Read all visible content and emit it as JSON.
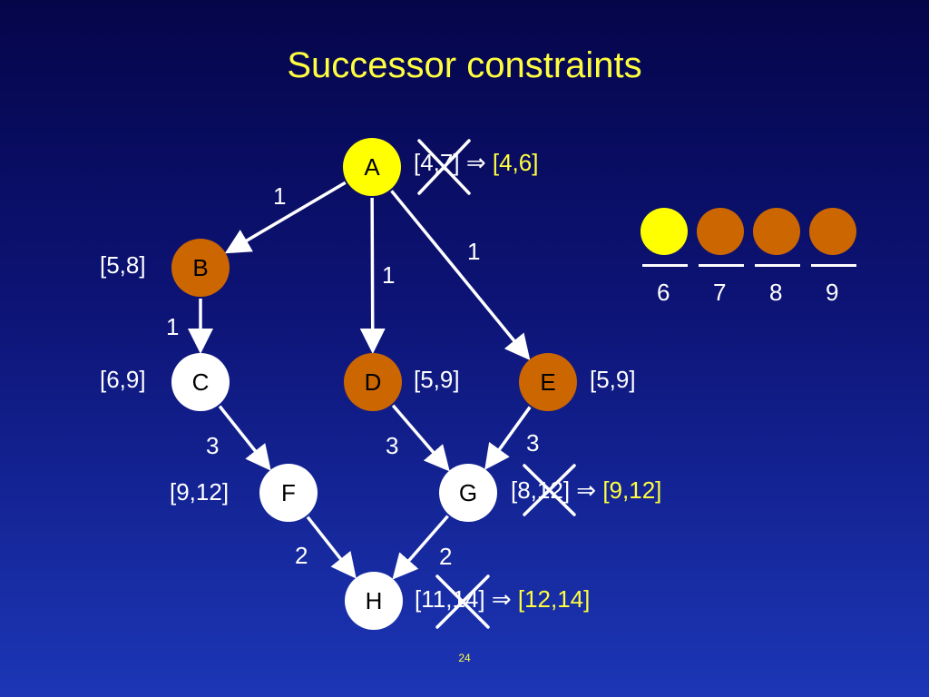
{
  "title": "Successor constraints",
  "page_number": "24",
  "colors": {
    "yellow_node": "#ffff00",
    "orange_node": "#cc6600",
    "white_node": "#ffffff",
    "highlight_text": "#ffff3f"
  },
  "nodes": {
    "A": {
      "label": "A",
      "color": "yellow"
    },
    "B": {
      "label": "B",
      "color": "orange"
    },
    "C": {
      "label": "C",
      "color": "white"
    },
    "D": {
      "label": "D",
      "color": "orange"
    },
    "E": {
      "label": "E",
      "color": "orange"
    },
    "F": {
      "label": "F",
      "color": "white"
    },
    "G": {
      "label": "G",
      "color": "white"
    },
    "H": {
      "label": "H",
      "color": "white"
    }
  },
  "intervals": {
    "A": {
      "old": "[4,7]",
      "arrow": "⇒",
      "new": "[4,6]"
    },
    "B": "[5,8]",
    "C": "[6,9]",
    "D": "[5,9]",
    "E": "[5,9]",
    "F": "[9,12]",
    "G": {
      "old": "[8,12]",
      "arrow": "⇒",
      "new": "[9,12]"
    },
    "H": {
      "old": "[11,14]",
      "arrow": "⇒",
      "new": "[12,14]"
    }
  },
  "edges": [
    {
      "from": "A",
      "to": "B",
      "weight": "1"
    },
    {
      "from": "A",
      "to": "D",
      "weight": "1"
    },
    {
      "from": "A",
      "to": "E",
      "weight": "1"
    },
    {
      "from": "B",
      "to": "C",
      "weight": "1"
    },
    {
      "from": "C",
      "to": "F",
      "weight": "3"
    },
    {
      "from": "D",
      "to": "G",
      "weight": "3"
    },
    {
      "from": "E",
      "to": "G",
      "weight": "3"
    },
    {
      "from": "F",
      "to": "H",
      "weight": "2"
    },
    {
      "from": "G",
      "to": "H",
      "weight": "2"
    }
  ],
  "schedule": {
    "slots": [
      {
        "time": "6",
        "color": "yellow"
      },
      {
        "time": "7",
        "color": "orange"
      },
      {
        "time": "8",
        "color": "orange"
      },
      {
        "time": "9",
        "color": "orange"
      }
    ]
  }
}
